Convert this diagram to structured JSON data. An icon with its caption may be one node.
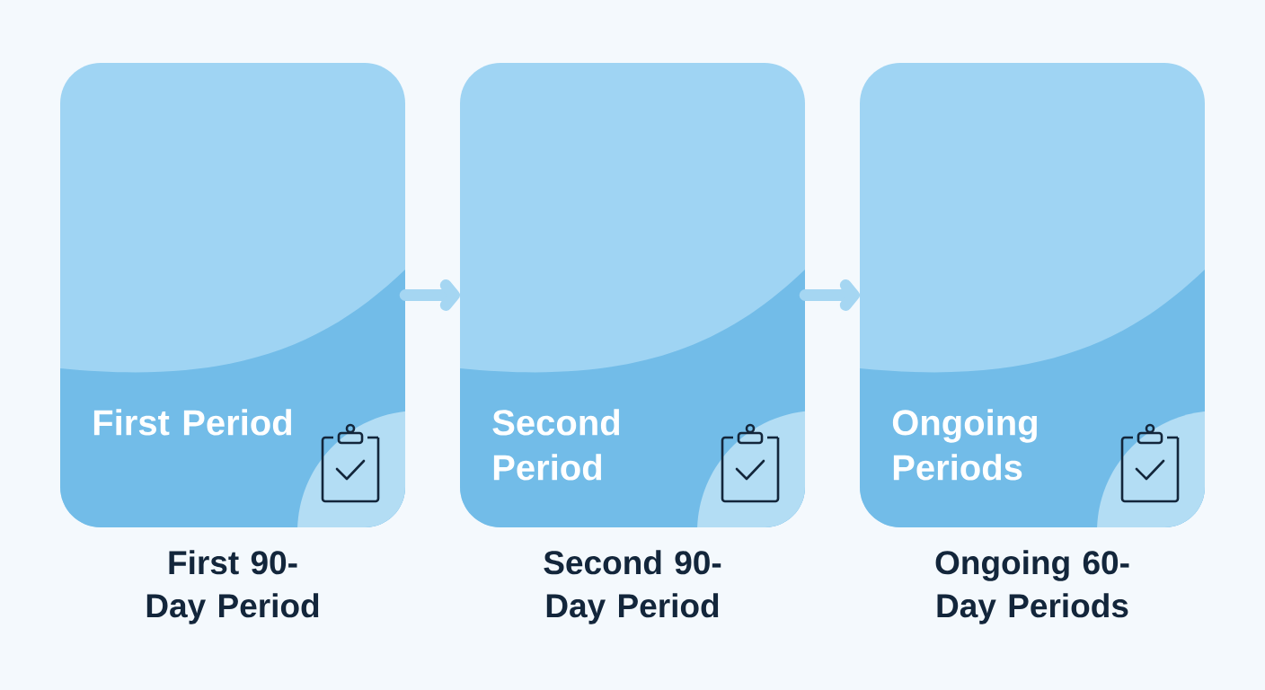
{
  "diagram": {
    "nodes": [
      {
        "text": [
          "First Period"
        ],
        "beside": [
          "First 90-Day Period"
        ]
      },
      {
        "text": [
          "Second Period"
        ],
        "beside": [
          "Second 90-Day Period"
        ]
      },
      {
        "text": [
          "Ongoing Periods"
        ],
        "beside": [
          "Ongoing 60-Day Periods"
        ]
      }
    ],
    "edges": [
      {
        "from": 0,
        "to": 1,
        "arrow": "to"
      },
      {
        "from": 1,
        "to": 2,
        "arrow": "to"
      }
    ]
  }
}
